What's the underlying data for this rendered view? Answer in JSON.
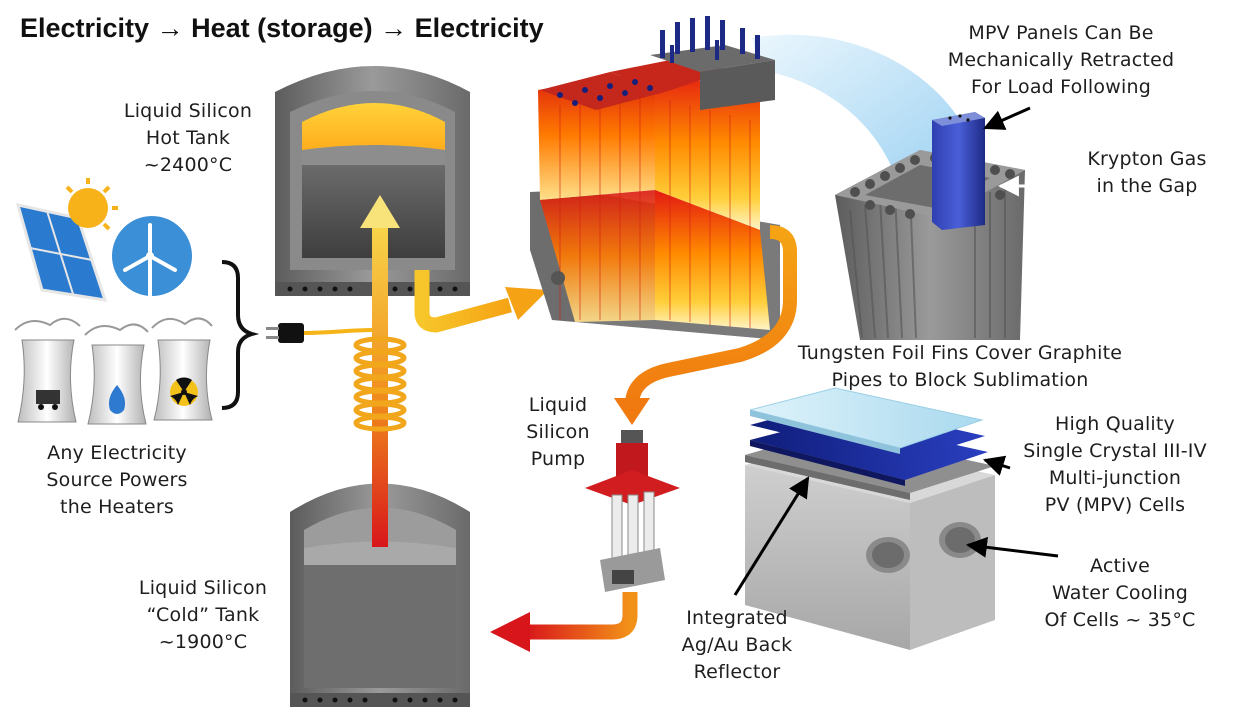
{
  "title": "Electricity → Heat (storage) → Electricity",
  "labels": {
    "hot_tank": [
      "Liquid Silicon",
      "Hot Tank",
      "~2400°C"
    ],
    "cold_tank": [
      "Liquid Silicon",
      "“Cold” Tank",
      "~1900°C"
    ],
    "electricity_source": [
      "Any Electricity",
      "Source Powers",
      "the Heaters"
    ],
    "pump": [
      "Liquid",
      "Silicon",
      "Pump"
    ],
    "mpv_panels": [
      "MPV Panels Can Be",
      "Mechanically Retracted",
      "For Load Following"
    ],
    "krypton": [
      "Krypton Gas",
      "in the Gap"
    ],
    "tungsten": [
      "Tungsten Foil Fins Cover Graphite",
      "Pipes to Block Sublimation"
    ],
    "pv_cells": [
      "High Quality",
      "Single Crystal III-IV",
      "Multi-junction",
      "PV (MPV) Cells"
    ],
    "cooling": [
      "Active",
      "Water Cooling",
      "Of Cells ~ 35°C"
    ],
    "reflector": [
      "Integrated",
      "Ag/Au Back",
      "Reflector"
    ]
  },
  "icons": [
    "solar-panel-icon",
    "sun-icon",
    "wind-turbine-icon",
    "coal-plant-icon",
    "gas-plant-icon",
    "nuclear-plant-icon",
    "power-plug-icon"
  ],
  "colors": {
    "hot": "#ff8a00",
    "flow_hot": "#f5c518",
    "flow_cold": "#d8151b",
    "steel": "#7d7d7d",
    "cell_blue": "#1c2f9e",
    "glow": "#9fd3f2"
  }
}
